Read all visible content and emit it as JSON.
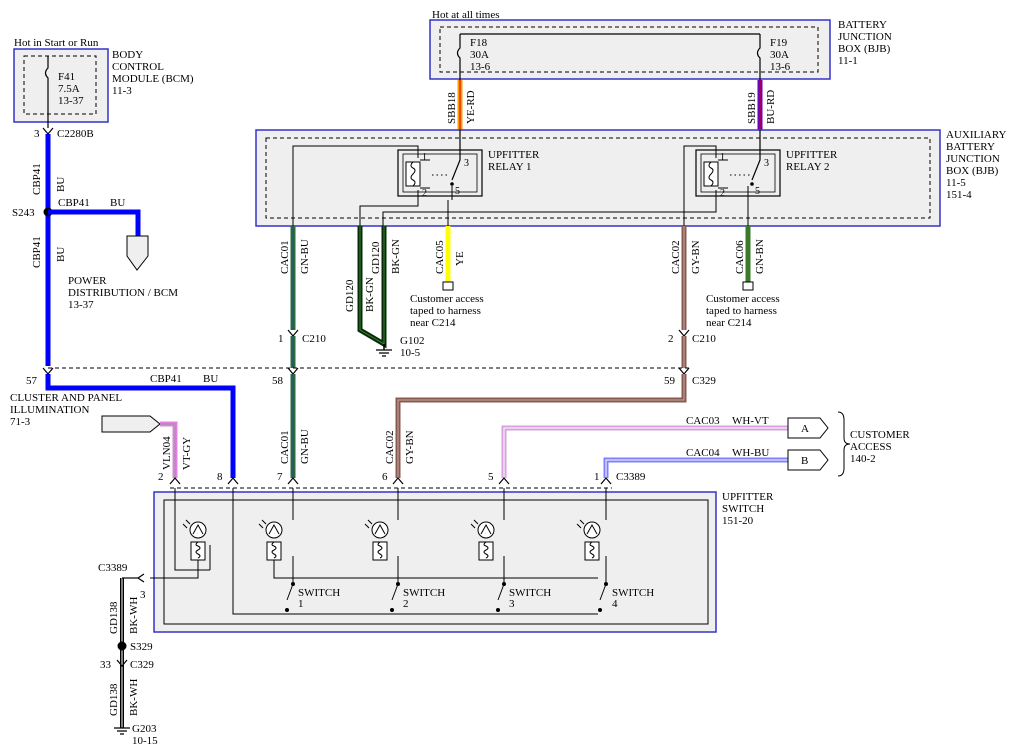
{
  "labels": {
    "hot_start_run": "Hot in Start or Run",
    "bcm_line1": "BODY",
    "bcm_line2": "CONTROL",
    "bcm_line3": "MODULE (BCM)",
    "bcm_page": "11-3",
    "f41_name": "F41",
    "f41_amp": "7.5A",
    "f41_page": "13-37",
    "c2280b_pin": "3",
    "c2280b": "C2280B",
    "cbp41": "CBP41",
    "bu": "BU",
    "s243": "S243",
    "power_dist_1": "POWER",
    "power_dist_2": "DISTRIBUTION / BCM",
    "power_dist_3": "13-37",
    "hot_all_times": "Hot at all times",
    "bjb_1": "BATTERY",
    "bjb_2": "JUNCTION",
    "bjb_3": "BOX (BJB)",
    "bjb_4": "11-1",
    "f18_name": "F18",
    "f18_amp": "30A",
    "f18_page": "13-6",
    "f19_name": "F19",
    "f19_amp": "30A",
    "f19_page": "13-6",
    "sbb18": "SBB18",
    "ye_rd": "YE-RD",
    "sbb19": "SBB19",
    "bu_rd": "BU-RD",
    "aux_1": "AUXILIARY",
    "aux_2": "BATTERY",
    "aux_3": "JUNCTION",
    "aux_4": "BOX (BJB)",
    "aux_5": "11-5",
    "aux_6": "151-4",
    "relay1_1": "UPFITTER",
    "relay1_2": "RELAY 1",
    "relay2_1": "UPFITTER",
    "relay2_2": "RELAY 2",
    "pin1": "1",
    "pin2": "2",
    "pin3": "3",
    "pin5": "5",
    "cac01": "CAC01",
    "gn_bu": "GN-BU",
    "gd120": "GD120",
    "bk_gn": "BK-GN",
    "cac05": "CAC05",
    "ye": "YE",
    "cac02": "CAC02",
    "gy_bn": "GY-BN",
    "cac06": "CAC06",
    "gn_bn": "GN-BN",
    "cust_access_1": "Customer access",
    "cust_access_2": "taped to harness",
    "cust_access_3": "near C214",
    "g102": "G102",
    "g102_page": "10-5",
    "c210": "C210",
    "c329": "C329",
    "pin57": "57",
    "pin58": "58",
    "pin59": "59",
    "cluster_1": "CLUSTER AND PANEL",
    "cluster_2": "ILLUMINATION",
    "cluster_3": "71-3",
    "vln04": "VLN04",
    "vt_gy": "VT-GY",
    "cac03": "CAC03",
    "wh_vt": "WH-VT",
    "cac04": "CAC04",
    "wh_bu": "WH-BU",
    "conn_a": "A",
    "conn_b": "B",
    "customer_1": "CUSTOMER",
    "customer_2": "ACCESS",
    "customer_3": "140-2",
    "c3389": "C3389",
    "sw_pin2": "2",
    "sw_pin8": "8",
    "sw_pin7": "7",
    "sw_pin6": "6",
    "sw_pin5": "5",
    "sw_pin1": "1",
    "switch_box_1": "UPFITTER",
    "switch_box_2": "SWITCH",
    "switch_box_3": "151-20",
    "switch_word": "SWITCH",
    "switch1": "1",
    "switch2": "2",
    "switch3": "3",
    "switch4": "4",
    "gd138": "GD138",
    "bk_wh": "BK-WH",
    "s329": "S329",
    "pin33": "33",
    "pin3_c3389": "3",
    "g203": "G203",
    "g203_page": "10-15"
  },
  "colors": {
    "blue_wire": "#0000ff",
    "box_border": "#3333cc",
    "box_fill": "#efefef",
    "gn_bu": "#2e6b3a",
    "gn_bu_inner": "#1f4f8a",
    "gy_bn": "#8a5a50",
    "gy_bn_inner": "#c6a8a0",
    "ye": "#ffff00",
    "ye_rd": "#ff9900",
    "bu_rd": "#6a00c0",
    "bk_gn": "#0a2a0a",
    "gn_bn": "#3a7a2a",
    "vt_gy": "#e080e0",
    "wh_vt": "#d8a0e0",
    "wh_bu": "#8080ff"
  }
}
